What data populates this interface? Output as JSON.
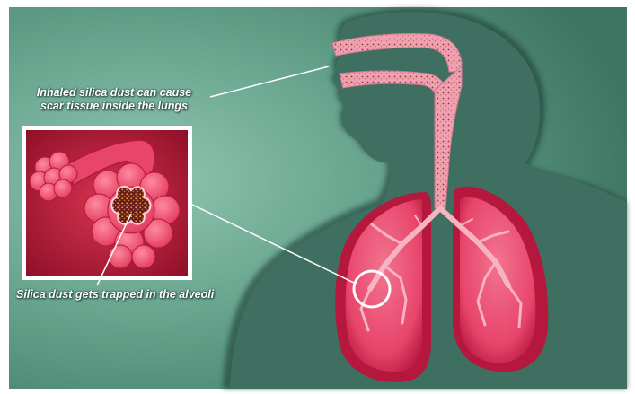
{
  "labels": {
    "inhaled_line1": "Inhaled silica dust can cause",
    "inhaled_line2": "scar tissue inside the lungs",
    "alveoli_caption": "Silica dust gets trapped in the alveoli"
  },
  "colors": {
    "background": "#5f9c86",
    "silhouette": "#3f6f60",
    "lung": "#e8456a",
    "lung_dark": "#b5173d",
    "airway": "#f29aae",
    "dust": "#8a6a2a"
  }
}
